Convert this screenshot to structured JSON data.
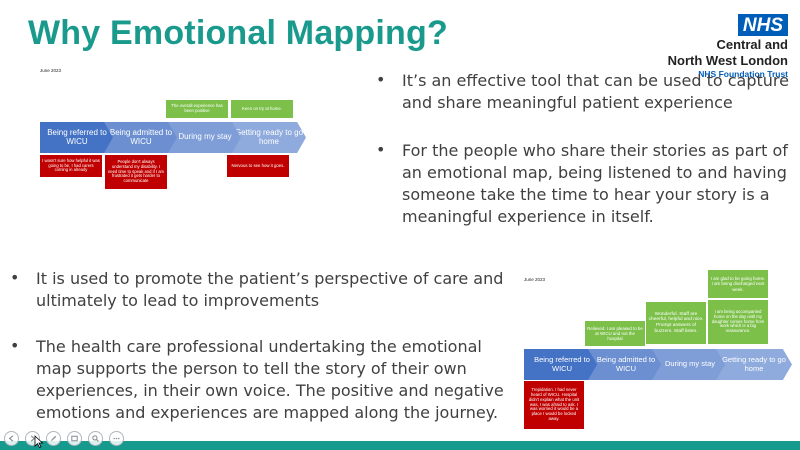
{
  "slide": {
    "title": "Why Emotional Mapping?",
    "nhs": {
      "logo": "NHS",
      "org_line1": "Central and",
      "org_line2": "North West London",
      "trust": "NHS Foundation Trust"
    },
    "right_bullets": [
      "It’s an effective tool that can be used to capture and share meaningful patient experience",
      "For the people who share their stories as part of an emotional map, being listened to and having someone take the time to hear your story is a meaningful experience in itself."
    ],
    "left_bullets": [
      "It is used to promote the patient’s perspective of care and ultimately to lead to improvements",
      "The health care professional undertaking the emotional map supports the person to tell the story of their own experiences, in their own voice. The positive and negative emotions and experiences are mapped along the journey."
    ],
    "bullet_char": "•"
  },
  "map1": {
    "date": "June 2023",
    "stages": [
      "Being referred to WICU",
      "Being admitted to WICU",
      "During my stay",
      "Getting ready to go home"
    ],
    "positive": [
      "The overall experience has been positive",
      "Keen on try at home."
    ],
    "negative": [
      "I wasn't sure how helpful it was going to be. I had carers coming in already",
      "People don't always understand my disability. I need time to speak and if I am frustrated it gets harder to communicate",
      "Nervous to see how it goes."
    ]
  },
  "map2": {
    "date": "June 2023",
    "stages": [
      "Being referred to WICU",
      "Being admitted to WICU",
      "During my stay",
      "Getting ready to go home"
    ],
    "positive": [
      "Relieved. I am pleased to be at WICU and not the hospital",
      "Wonderful. Staff are cheerful, helpful and nice. Prompt answers of buzzers. Staff listen.",
      "I am glad to be going home. I am being discharged next week.",
      "I am being accompanied home on the day until my daughter comes home from work which is a big reassurance."
    ],
    "negative": [
      "Trepidation. I had never heard of WICU. Hospital didn't explain what the unit was, I was afraid to ask. I was worried it would be a place I would be locked away."
    ]
  },
  "colors": {
    "title": "#1a9a8c",
    "arrow_dark": "#4472c4",
    "arrow_light": "#8faadc",
    "positive": "#7cc04a",
    "negative": "#c00000",
    "nhs_blue": "#005eb8",
    "bar": "#169a8e"
  },
  "controls": {
    "icons": [
      "prev-icon",
      "next-icon",
      "pen-icon",
      "slides-icon",
      "zoom-icon",
      "more-icon"
    ]
  }
}
